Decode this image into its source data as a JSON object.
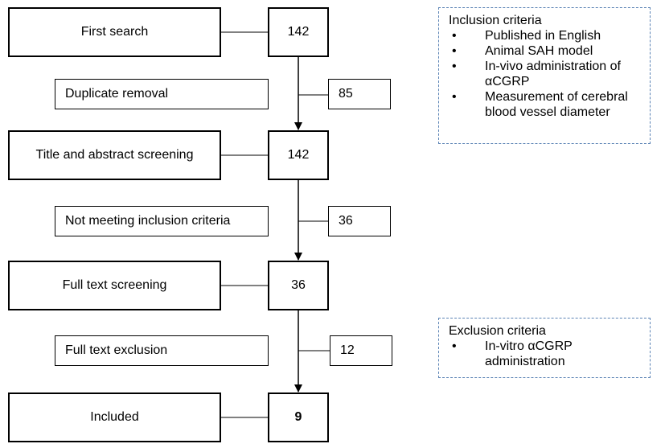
{
  "stages": [
    {
      "label": "First search",
      "count": "142"
    },
    {
      "label": "Title and abstract screening",
      "count": "142"
    },
    {
      "label": "Full text screening",
      "count": "36"
    },
    {
      "label": "Included",
      "count": "9"
    }
  ],
  "removals": [
    {
      "label": "Duplicate removal",
      "count": "85"
    },
    {
      "label": "Not meeting inclusion criteria",
      "count": "36"
    },
    {
      "label": "Full text exclusion",
      "count": "12"
    }
  ],
  "inclusion": {
    "title": "Inclusion criteria",
    "items": [
      "Published in English",
      "Animal SAH model",
      "In-vivo administration of αCGRP",
      "Measurement of cerebral blood vessel diameter"
    ]
  },
  "exclusion": {
    "title": "Exclusion criteria",
    "items": [
      "In-vitro αCGRP administration"
    ]
  },
  "bullet": "•"
}
